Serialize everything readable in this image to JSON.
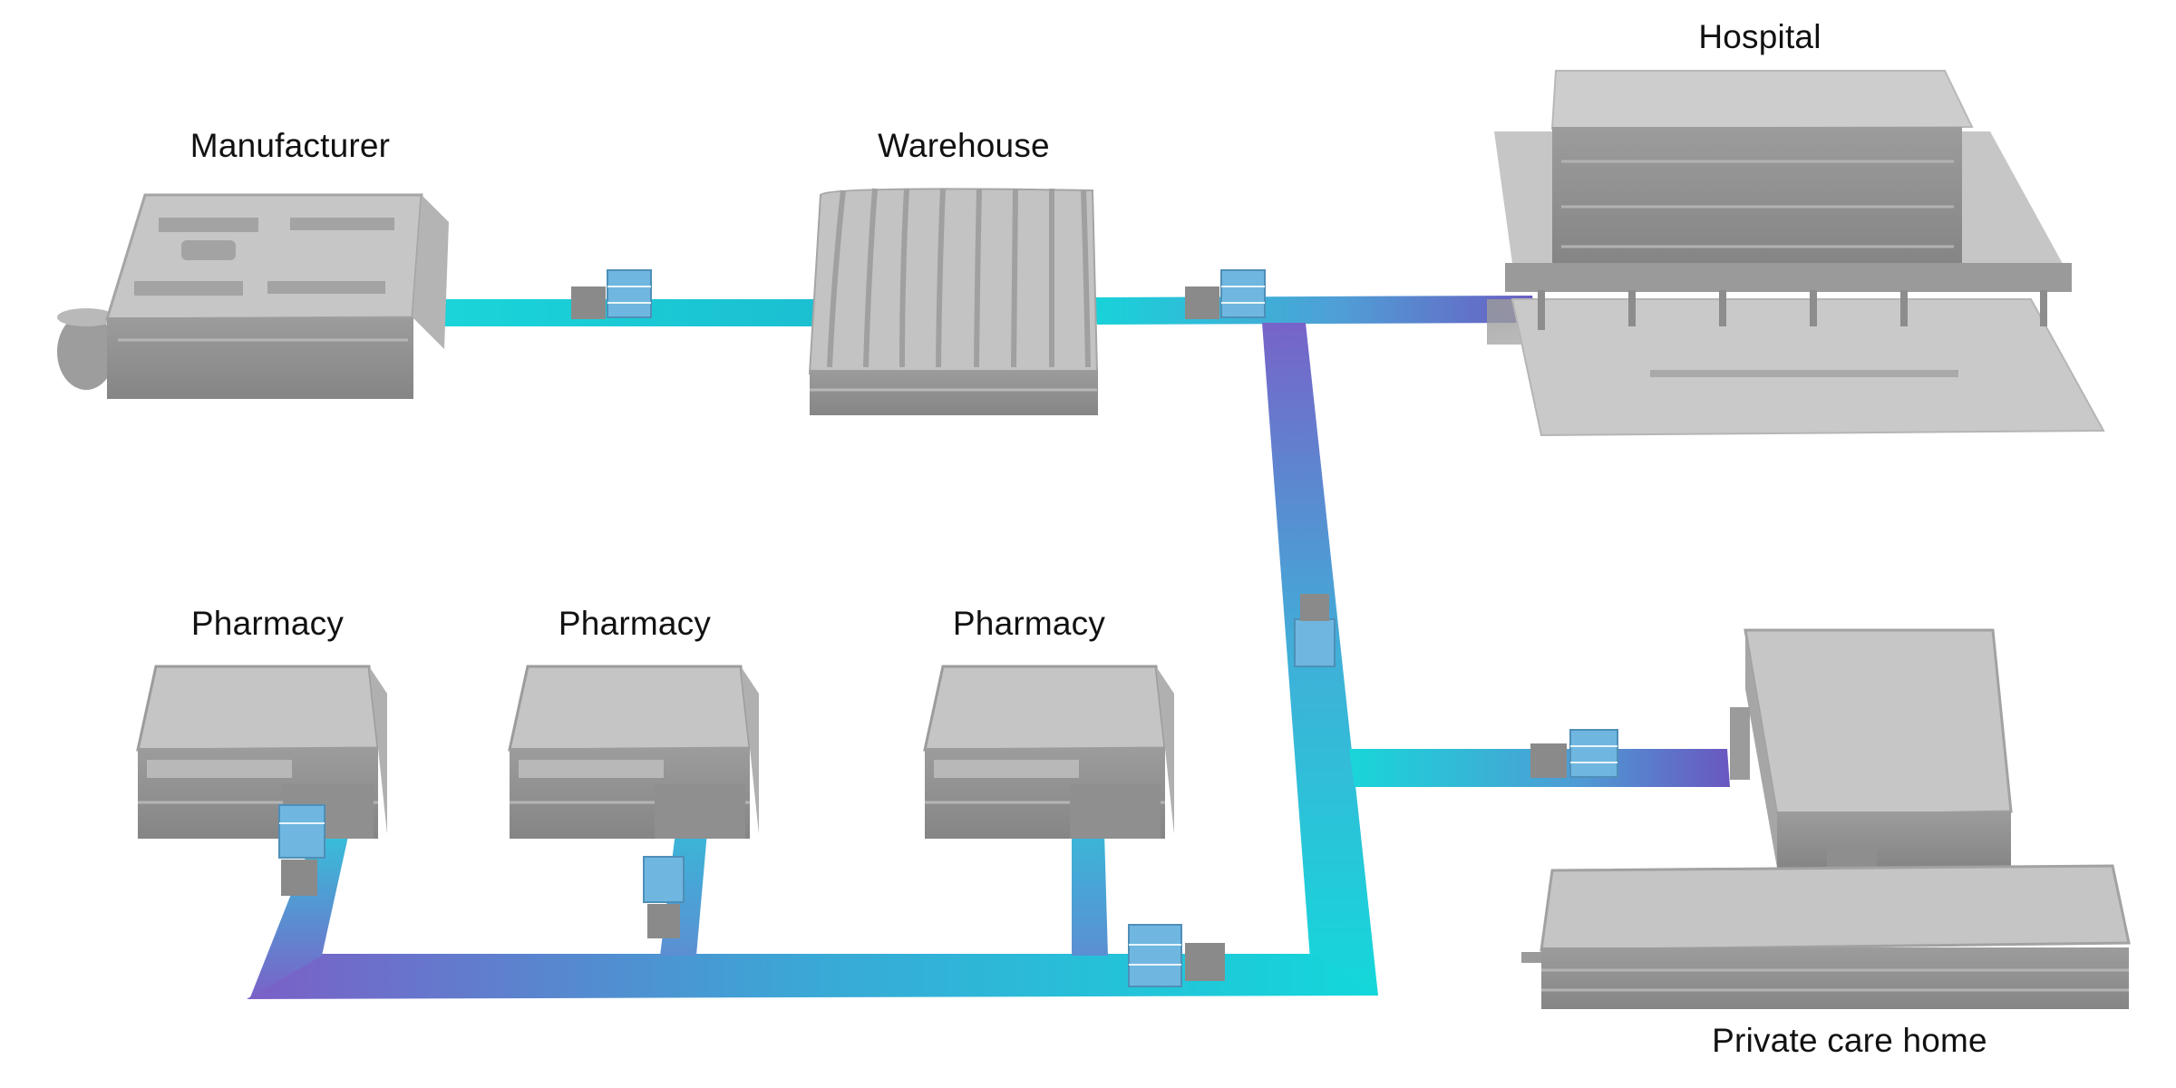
{
  "diagram": {
    "nodes": {
      "manufacturer": {
        "label": "Manufacturer"
      },
      "warehouse": {
        "label": "Warehouse"
      },
      "hospital": {
        "label": "Hospital"
      },
      "pharmacy_1": {
        "label": "Pharmacy"
      },
      "pharmacy_2": {
        "label": "Pharmacy"
      },
      "pharmacy_3": {
        "label": "Pharmacy"
      },
      "care_home": {
        "label": "Private care home"
      }
    },
    "edges": [
      {
        "from": "manufacturer",
        "to": "warehouse"
      },
      {
        "from": "warehouse",
        "to": "hospital"
      },
      {
        "from": "warehouse",
        "to": "care_home"
      },
      {
        "from": "warehouse",
        "to": "pharmacy_3"
      },
      {
        "from": "warehouse",
        "to": "pharmacy_2"
      },
      {
        "from": "warehouse",
        "to": "pharmacy_1"
      }
    ],
    "colors": {
      "route_cyan": "#17d3d9",
      "route_blue": "#4f9fd6",
      "route_purple": "#7b5fc7",
      "building_gray": "#a8a8a8",
      "building_light": "#c4c4c4",
      "building_dark": "#8c8c8c",
      "cargo_blue": "#6fb7e0"
    },
    "icons": [
      "building-icon",
      "forklift-icon",
      "pallet-icon"
    ]
  }
}
